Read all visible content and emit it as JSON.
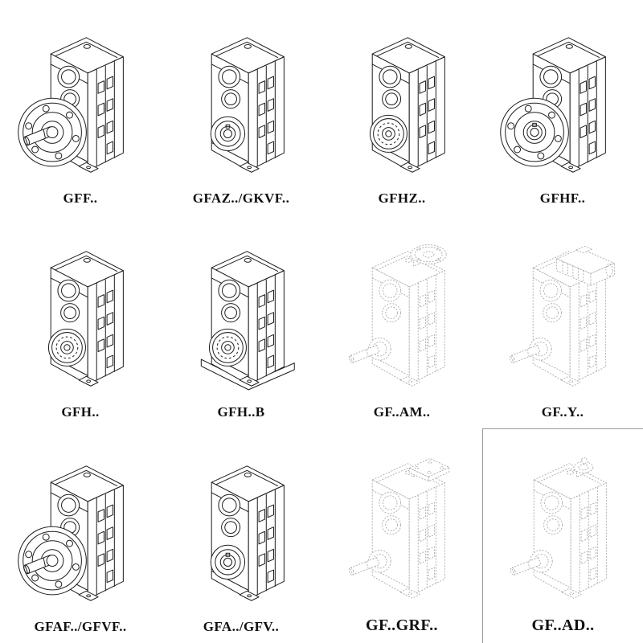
{
  "page": {
    "background": "#ffffff"
  },
  "colors": {
    "solid": "#1f1f1f",
    "light": "#a8a8a8",
    "label": "#101010"
  },
  "cells": [
    {
      "label": "GFF..",
      "drawing": "parallel-shaft-gearbox-flange-solid-shaft",
      "line_style": "solid"
    },
    {
      "label": "GFAZ../GKVF..",
      "drawing": "parallel-shaft-gearbox-hollow-shaft",
      "line_style": "solid"
    },
    {
      "label": "GFHZ..",
      "drawing": "parallel-shaft-gearbox-shaft-mounted",
      "line_style": "solid"
    },
    {
      "label": "GFHF..",
      "drawing": "parallel-shaft-gearbox-flange-hollow-shaft",
      "line_style": "solid"
    },
    {
      "label": "GFH..",
      "drawing": "parallel-shaft-gearbox-foot-mounted",
      "line_style": "solid"
    },
    {
      "label": "GFH..B",
      "drawing": "parallel-shaft-gearbox-with-base-plate",
      "line_style": "solid"
    },
    {
      "label": "GF..AM..",
      "drawing": "parallel-shaft-gearbox-iec-motor-adapter",
      "line_style": "light"
    },
    {
      "label": "GF..Y..",
      "drawing": "parallel-shaft-gearbox-with-motor",
      "line_style": "light"
    },
    {
      "label": "GFAF../GFVF..",
      "drawing": "parallel-shaft-gearbox-flange-variant",
      "line_style": "solid"
    },
    {
      "label": "GFA../GFV..",
      "drawing": "parallel-shaft-gearbox-hollow-shaft-variant",
      "line_style": "solid"
    },
    {
      "label": "GF..GRF..",
      "drawing": "parallel-shaft-gearbox-square-adapter",
      "line_style": "light"
    },
    {
      "label": "GF..AD..",
      "drawing": "parallel-shaft-gearbox-input-shaft-adapter",
      "line_style": "light"
    }
  ]
}
